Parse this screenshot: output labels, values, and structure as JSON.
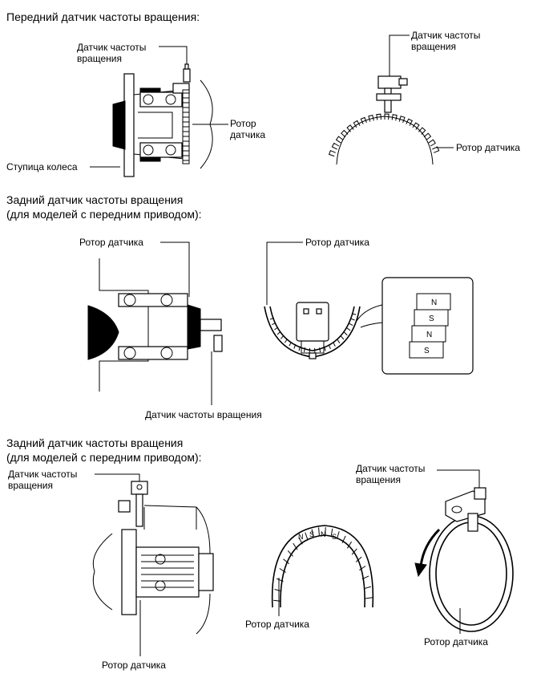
{
  "sections": [
    {
      "heading": "Передний датчик частоты вращения:"
    },
    {
      "heading": "Задний датчик частоты вращения\n(для моделей с передним приводом):"
    },
    {
      "heading": "Задний датчик частоты вращения\n(для моделей с передним приводом):"
    }
  ],
  "labels": {
    "s1_sensor_left": "Датчик частоты\nвращения",
    "s1_rotor_left": "Ротор\nдатчика",
    "s1_hub": "Ступица колеса",
    "s1_sensor_right": "Датчик частоты\nвращения",
    "s1_rotor_right": "Ротор датчика",
    "s2_rotor_left": "Ротор датчика",
    "s2_rotor_right": "Ротор датчика",
    "s2_sensor": "Датчик частоты вращения",
    "s3_sensor_left": "Датчик частоты\nвращения",
    "s3_rotor_left": "Ротор датчика",
    "s3_rotor_mid": "Ротор датчика",
    "s3_sensor_right": "Датчик частоты\nвращения",
    "s3_rotor_right": "Ротор датчика"
  },
  "magnet_poles": [
    "N",
    "S",
    "N",
    "S"
  ],
  "arc_poles": [
    "N",
    "S",
    "N",
    "S"
  ]
}
